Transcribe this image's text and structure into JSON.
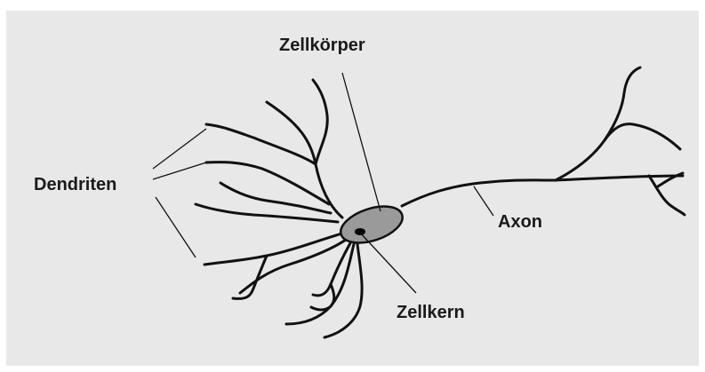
{
  "labels": {
    "soma": "Zellkörper",
    "dendrites": "Dendriten",
    "axon": "Axon",
    "nucleus": "Zellkern"
  },
  "colors": {
    "background_panel": "#e8e8e8",
    "line": "#111111",
    "soma_fill": "#9a9a9a",
    "nucleus_fill": "#000000"
  }
}
